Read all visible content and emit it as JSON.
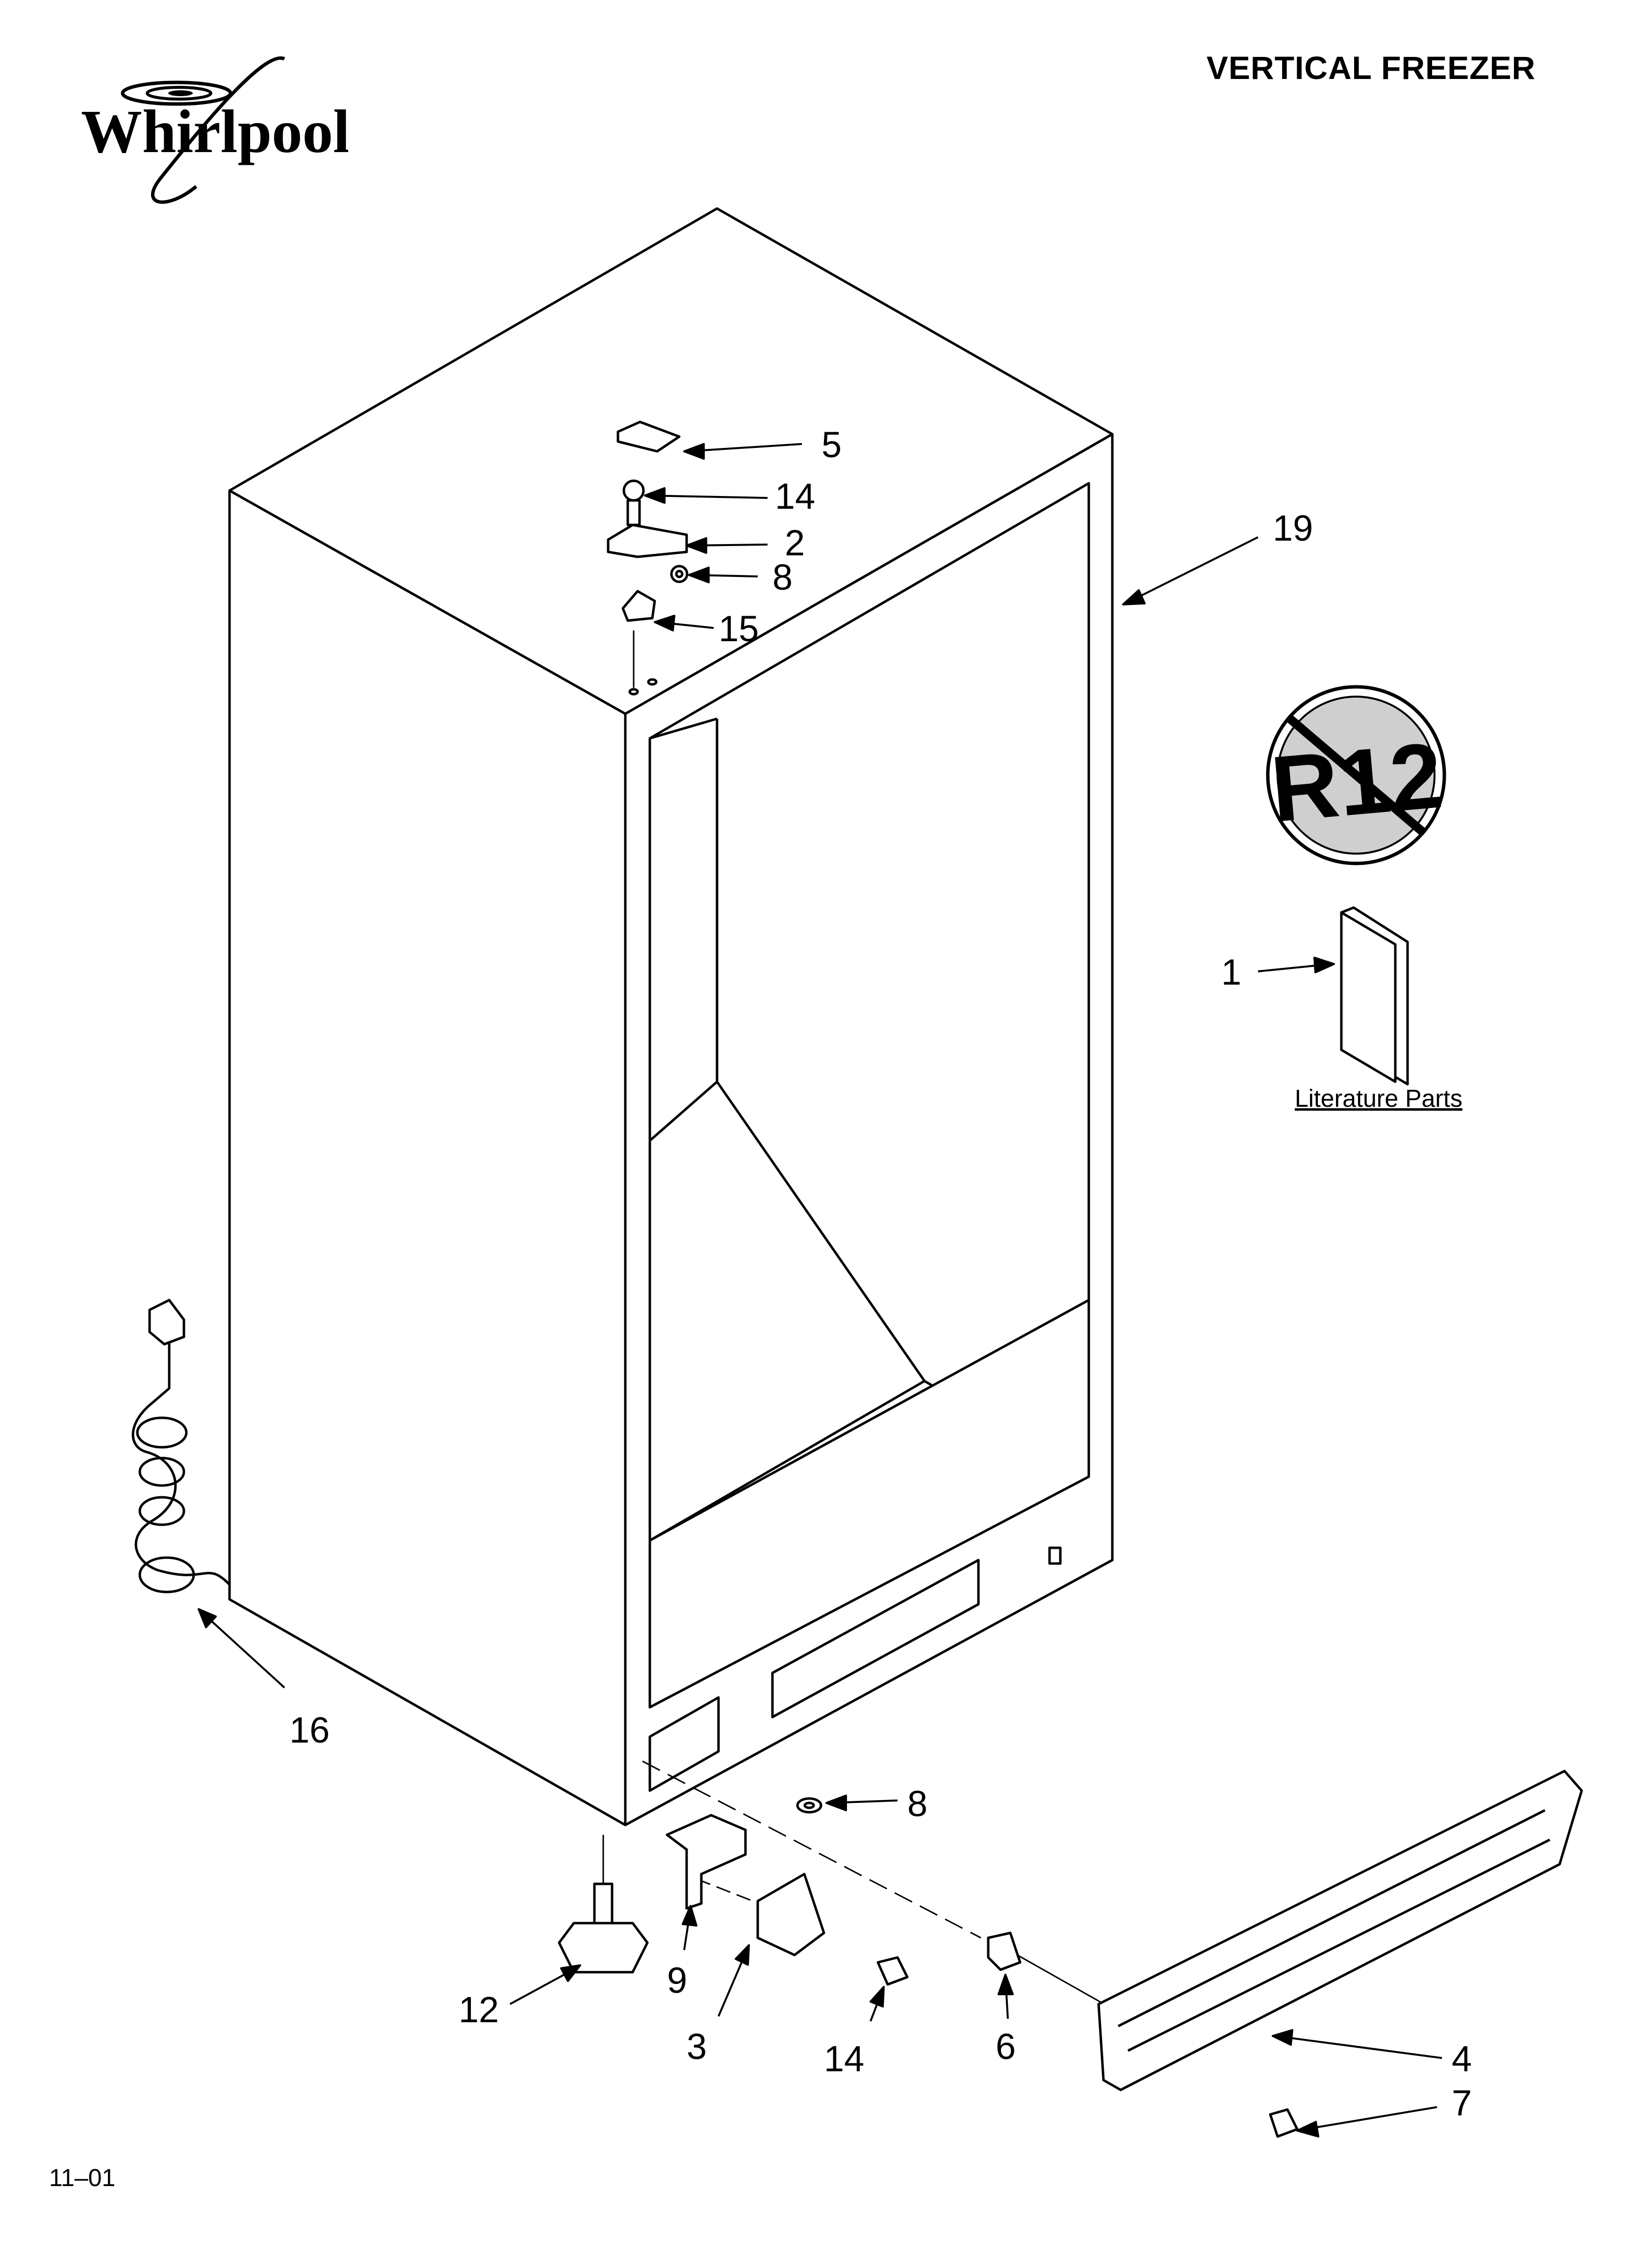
{
  "header": {
    "brand": "Whirlpool",
    "title": "VERTICAL FREEZER"
  },
  "diagram": {
    "callouts": [
      "5",
      "14",
      "2",
      "8",
      "15",
      "19",
      "1",
      "16",
      "8",
      "12",
      "9",
      "3",
      "14",
      "6",
      "4",
      "7"
    ],
    "literature_label": "Literature Parts",
    "r12_symbol": "R12"
  },
  "footer": {
    "code": "11–01"
  },
  "colors": {
    "line": "#000000",
    "background": "#ffffff",
    "stipple": "#9a9a9a"
  }
}
